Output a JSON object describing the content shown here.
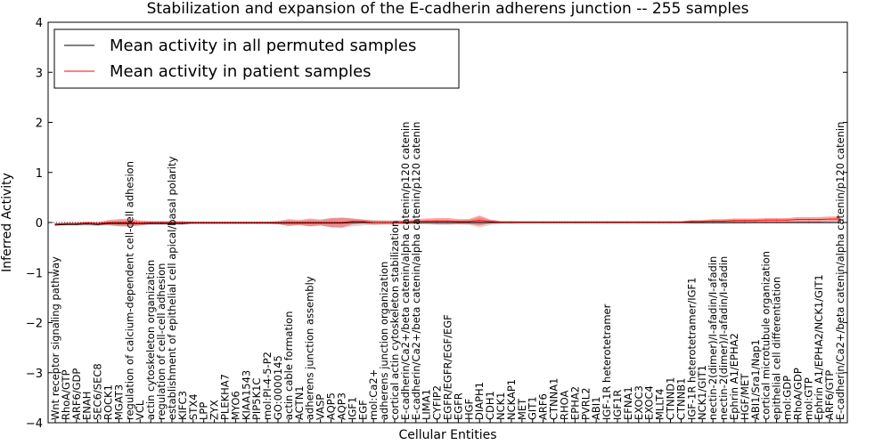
{
  "chart_data": {
    "type": "line",
    "title": "Stabilization and expansion of the E-cadherin adherens junction -- 255 samples",
    "xlabel": "Cellular Entities",
    "ylabel": "Inferred Activity",
    "ylim": [
      -4,
      4
    ],
    "yticks": [
      -4,
      -3,
      -2,
      -1,
      0,
      1,
      2,
      3,
      4
    ],
    "grid": false,
    "legend_position": "top-left",
    "categories": [
      "Wnt receptor signaling pathway",
      "RhoA/GTP",
      "ARF6/GDP",
      "ENAH",
      "SEC6/SEC8",
      "ROCK1",
      "MGAT3",
      "regulation of calcium-dependent cell-cell adhesion",
      "VCL",
      "actin cytoskeleton organization",
      "regulation of cell-cell adhesion",
      "establishment of epithelial cell apical/basal polarity",
      "KIFC3",
      "STX4",
      "LPP",
      "ZYX",
      "PLEKHA7",
      "MYO6",
      "KIAA1543",
      "PIP5K1C",
      "mol:PI-4-5-P2",
      "GO:0000145",
      "actin cable formation",
      "ACTN1",
      "adherens junction assembly",
      "VASP",
      "AQP5",
      "AQP3",
      "IGF1",
      "EGF",
      "mol:Ca2+",
      "adherens junction organization",
      "cortical actin cytoskeleton stabilization",
      "E-cadherin/Ca2+/beta catenin/alpha catenin/p120 catenin",
      "E-cadherin/Ca2+/beta catenin/alpha catenin/p120 catenin",
      "LIMA1",
      "CYFIP2",
      "EGFR/EGFR/EGF/EGF",
      "EGFR",
      "HGF",
      "DIAPH1",
      "CDH1",
      "NCK1",
      "NCKAP1",
      "MET",
      "GIT1",
      "ARF6",
      "CTNNA1",
      "RHOA",
      "EPHA2",
      "PVRL2",
      "ABI1",
      "IGF-1R heterotetramer",
      "IGF1R",
      "EFNA1",
      "EXOC3",
      "EXOC4",
      "MLLT4",
      "CTNND1",
      "CTNNB1",
      "IGF-1R heterotetramer/IGF1",
      "NCK1/GIT1",
      "nectin-2(dimer)/I-afadin/I-afadin",
      "nectin-2(dimer)/I-afadin/I-afadin",
      "Ephrin A1/EPHA2",
      "HGF/MET",
      "ABI1/Sra1/Nap1",
      "cortical microtubule organization",
      "epithelial cell differentiation",
      "mol:GDP",
      "RhoA/GDP",
      "mol:GTP",
      "Ephrin A1/EPHA2/NCK1/GIT1",
      "ARF6/GTP",
      "E-cadherin/Ca2+/beta catenin/alpha catenin/p120 catenin"
    ],
    "series": [
      {
        "name": "Mean activity in all permuted samples",
        "color": "#000000",
        "values": [
          -0.05,
          -0.04,
          -0.04,
          -0.03,
          -0.04,
          -0.02,
          -0.02,
          -0.02,
          -0.02,
          -0.02,
          -0.02,
          -0.02,
          -0.02,
          -0.01,
          -0.01,
          -0.01,
          -0.01,
          -0.01,
          -0.01,
          -0.01,
          -0.01,
          -0.01,
          -0.01,
          -0.01,
          -0.01,
          -0.01,
          -0.01,
          -0.01,
          0.0,
          0.0,
          0.0,
          0.0,
          0.0,
          0.0,
          0.0,
          0.0,
          0.0,
          0.0,
          0.0,
          0.0,
          0.0,
          0.0,
          0.0,
          0.0,
          0.0,
          0.0,
          0.0,
          0.0,
          0.0,
          0.0,
          0.0,
          0.0,
          0.0,
          0.0,
          0.0,
          0.0,
          0.0,
          0.0,
          0.0,
          0.0,
          0.0,
          0.0,
          0.0,
          0.0,
          0.0,
          0.0,
          0.0,
          0.0,
          0.0,
          0.0,
          0.0,
          0.0,
          0.0,
          0.0,
          0.0
        ],
        "band": [
          0.02,
          0.02,
          0.02,
          0.03,
          0.03,
          0.04,
          0.06,
          0.06,
          0.04,
          0.03,
          0.03,
          0.03,
          0.03,
          0.02,
          0.02,
          0.02,
          0.02,
          0.02,
          0.02,
          0.02,
          0.02,
          0.03,
          0.05,
          0.04,
          0.06,
          0.05,
          0.09,
          0.1,
          0.08,
          0.06,
          0.05,
          0.04,
          0.04,
          0.03,
          0.03,
          0.04,
          0.05,
          0.05,
          0.04,
          0.05,
          0.1,
          0.05,
          0.03,
          0.03,
          0.02,
          0.02,
          0.02,
          0.02,
          0.02,
          0.02,
          0.02,
          0.02,
          0.02,
          0.02,
          0.02,
          0.02,
          0.02,
          0.02,
          0.02,
          0.02,
          0.03,
          0.03,
          0.03,
          0.03,
          0.03,
          0.03,
          0.02,
          0.02,
          0.02,
          0.02,
          0.02,
          0.02,
          0.02,
          0.02,
          0.02
        ]
      },
      {
        "name": "Mean activity in patient samples",
        "color": "#ff0000",
        "values": [
          -0.03,
          -0.02,
          -0.02,
          -0.01,
          -0.02,
          0.0,
          0.0,
          0.0,
          -0.01,
          0.0,
          0.0,
          0.0,
          0.0,
          0.0,
          0.0,
          0.0,
          0.0,
          0.0,
          0.0,
          0.0,
          0.0,
          0.0,
          0.0,
          0.0,
          0.0,
          0.0,
          0.0,
          0.0,
          0.02,
          0.02,
          0.0,
          0.0,
          0.0,
          0.01,
          0.02,
          0.03,
          0.03,
          0.03,
          0.02,
          0.02,
          0.04,
          0.02,
          0.01,
          0.01,
          0.01,
          0.01,
          0.01,
          0.01,
          0.01,
          0.01,
          0.01,
          0.01,
          0.01,
          0.01,
          0.01,
          0.01,
          0.01,
          0.01,
          0.01,
          0.01,
          0.02,
          0.02,
          0.03,
          0.03,
          0.04,
          0.04,
          0.04,
          0.05,
          0.05,
          0.05,
          0.06,
          0.06,
          0.06,
          0.07,
          0.07
        ],
        "band": [
          0.02,
          0.02,
          0.02,
          0.03,
          0.03,
          0.05,
          0.07,
          0.08,
          0.05,
          0.03,
          0.03,
          0.03,
          0.03,
          0.02,
          0.02,
          0.02,
          0.02,
          0.02,
          0.02,
          0.02,
          0.02,
          0.03,
          0.07,
          0.05,
          0.08,
          0.06,
          0.09,
          0.1,
          0.06,
          0.04,
          0.04,
          0.04,
          0.04,
          0.04,
          0.05,
          0.05,
          0.06,
          0.06,
          0.05,
          0.05,
          0.1,
          0.04,
          0.02,
          0.02,
          0.02,
          0.02,
          0.02,
          0.02,
          0.02,
          0.02,
          0.02,
          0.02,
          0.02,
          0.02,
          0.02,
          0.02,
          0.02,
          0.02,
          0.02,
          0.02,
          0.03,
          0.03,
          0.04,
          0.04,
          0.04,
          0.04,
          0.04,
          0.04,
          0.04,
          0.04,
          0.05,
          0.05,
          0.05,
          0.05,
          0.05
        ]
      }
    ]
  }
}
